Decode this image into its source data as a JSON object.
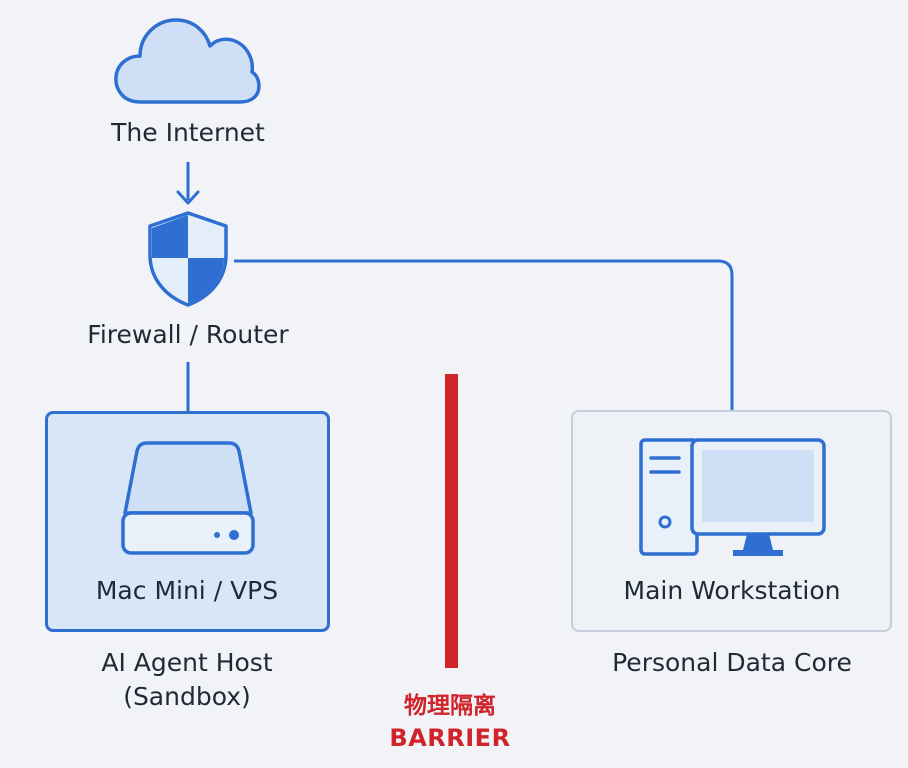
{
  "nodes": {
    "internet": {
      "label": "The Internet",
      "icon": "cloud-icon"
    },
    "firewall": {
      "label": "Firewall / Router",
      "icon": "shield-icon"
    },
    "sandbox": {
      "label": "Mac Mini / VPS",
      "caption_line1": "AI Agent Host",
      "caption_line2": "(Sandbox)",
      "icon": "hard-drive-icon"
    },
    "workstation": {
      "label": "Main Workstation",
      "caption": "Personal Data Core",
      "icon": "desktop-computer-icon"
    }
  },
  "barrier": {
    "label_cn": "物理隔离",
    "label_en": "BARRIER"
  },
  "colors": {
    "background": "#f1f3f7",
    "accent_blue": "#2f6fd1",
    "light_blue_fill": "#d8e6f7",
    "barrier_red": "#d0242b",
    "text": "#1f2a37"
  }
}
